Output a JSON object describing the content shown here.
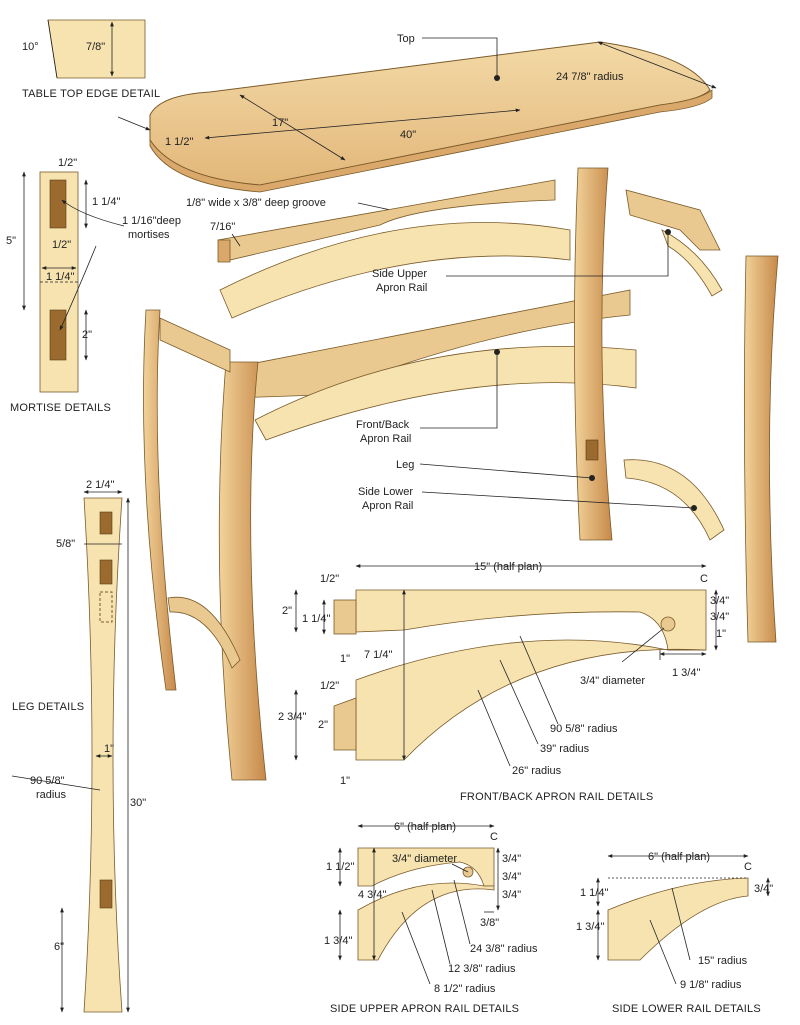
{
  "top_edge": {
    "angle": "10°",
    "thickness": "7/8\"",
    "caption": "TABLE TOP EDGE DETAIL"
  },
  "tabletop": {
    "label": "Top",
    "radius": "24 7/8\" radius",
    "width": "17\"",
    "length": "40\"",
    "thickness": "1 1/2\"",
    "groove": "1/8\" wide x 3/8\" deep groove"
  },
  "mortise": {
    "d1": "1/2\"",
    "d2": "1 1/4\"",
    "d3": "1/2\"",
    "d4": "1 1/4\"",
    "overall": "5\"",
    "bottom": "2\"",
    "note_line1": "1 1/16\"deep",
    "note_line2": "mortises",
    "caption": "MORTISE DETAILS"
  },
  "assembly": {
    "tenon": "7/16\"",
    "side_upper_1": "Side Upper",
    "side_upper_2": "Apron Rail",
    "front_back_1": "Front/Back",
    "front_back_2": "Apron Rail",
    "leg": "Leg",
    "side_lower_1": "Side Lower",
    "side_lower_2": "Apron Rail"
  },
  "leg": {
    "top_width": "2 1/4\"",
    "offset": "5/8\"",
    "waist": "1\"",
    "radius_1": "90 5/8\"",
    "radius_2": "radius",
    "height": "30\"",
    "bottom": "6\"",
    "caption": "LEG DETAILS"
  },
  "front_back": {
    "half_plan": "15\" (half plan)",
    "cl": "C",
    "t1": "1/2\"",
    "t2": "2\"",
    "t3": "1 1/4\"",
    "t4": "1\"",
    "height": "7 1/4\"",
    "r1": "3/4\"",
    "r2": "3/4\"",
    "r3": "1\"",
    "r4": "1 3/4\"",
    "hole": "3/4\" diameter",
    "b1": "1/2\"",
    "b2": "2 3/4\"",
    "b3": "2\"",
    "b4": "1\"",
    "rad1": "90 5/8\" radius",
    "rad2": "39\" radius",
    "rad3": "26\" radius",
    "caption": "FRONT/BACK APRON RAIL DETAILS"
  },
  "side_upper": {
    "half_plan": "6\" (half plan)",
    "cl": "C",
    "l1": "1 1/2\"",
    "l2": "4 3/4\"",
    "l3": "1 3/4\"",
    "hole": "3/4\" diameter",
    "r1": "3/4\"",
    "r2": "3/4\"",
    "r3": "3/4\"",
    "r4": "3/8\"",
    "rad1": "24 3/8\" radius",
    "rad2": "12 3/8\" radius",
    "rad3": "8 1/2\" radius",
    "caption": "SIDE UPPER APRON RAIL DETAILS"
  },
  "side_lower": {
    "half_plan": "6\" (half plan)",
    "cl": "C",
    "l1": "1 1/4\"",
    "l2": "1 3/4\"",
    "r1": "3/4\"",
    "rad1": "15\" radius",
    "rad2": "9 1/8\" radius",
    "caption": "SIDE LOWER RAIL DETAILS"
  }
}
